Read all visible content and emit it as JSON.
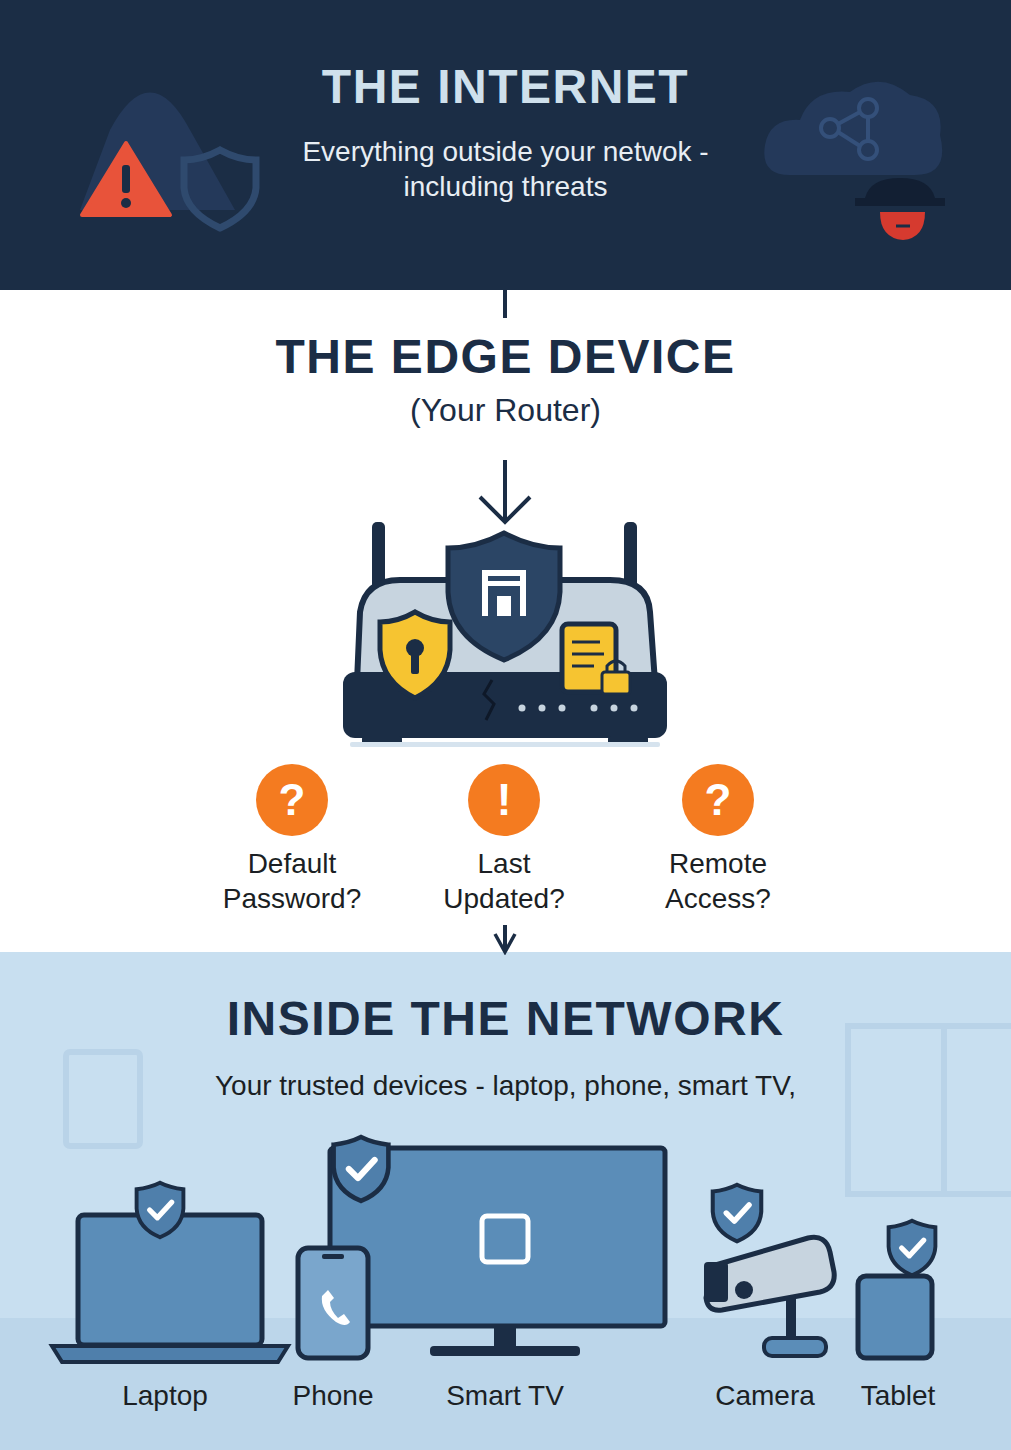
{
  "diagram": {
    "nodes": [
      {
        "text": [
          "THE INTERNET",
          "Everything outside your netwok - including threats"
        ]
      },
      {
        "text": [
          "THE EDGE DEVICE",
          "(Your Router)"
        ]
      },
      {
        "text": [
          "?",
          "Default Password?"
        ],
        "in": 1
      },
      {
        "text": [
          "!",
          "Last Updated?"
        ],
        "in": 1
      },
      {
        "text": [
          "?",
          "Remote Access?"
        ],
        "in": 1
      },
      {
        "text": [
          "INSIDE THE NETWORK",
          "Your trusted devices - laptop, phone, smart TV,"
        ]
      },
      {
        "text": [
          "Laptop"
        ],
        "in": 5
      },
      {
        "text": [
          "Phone"
        ],
        "in": 5
      },
      {
        "text": [
          "Smart TV"
        ],
        "in": 5
      },
      {
        "text": [
          "Camera"
        ],
        "in": 5
      },
      {
        "text": [
          "Tablet"
        ],
        "in": 5
      }
    ],
    "edges": [
      {
        "from": 0,
        "to": 1,
        "arrow": "none"
      },
      {
        "from": 1,
        "to": 5,
        "arrow": "to"
      }
    ]
  }
}
